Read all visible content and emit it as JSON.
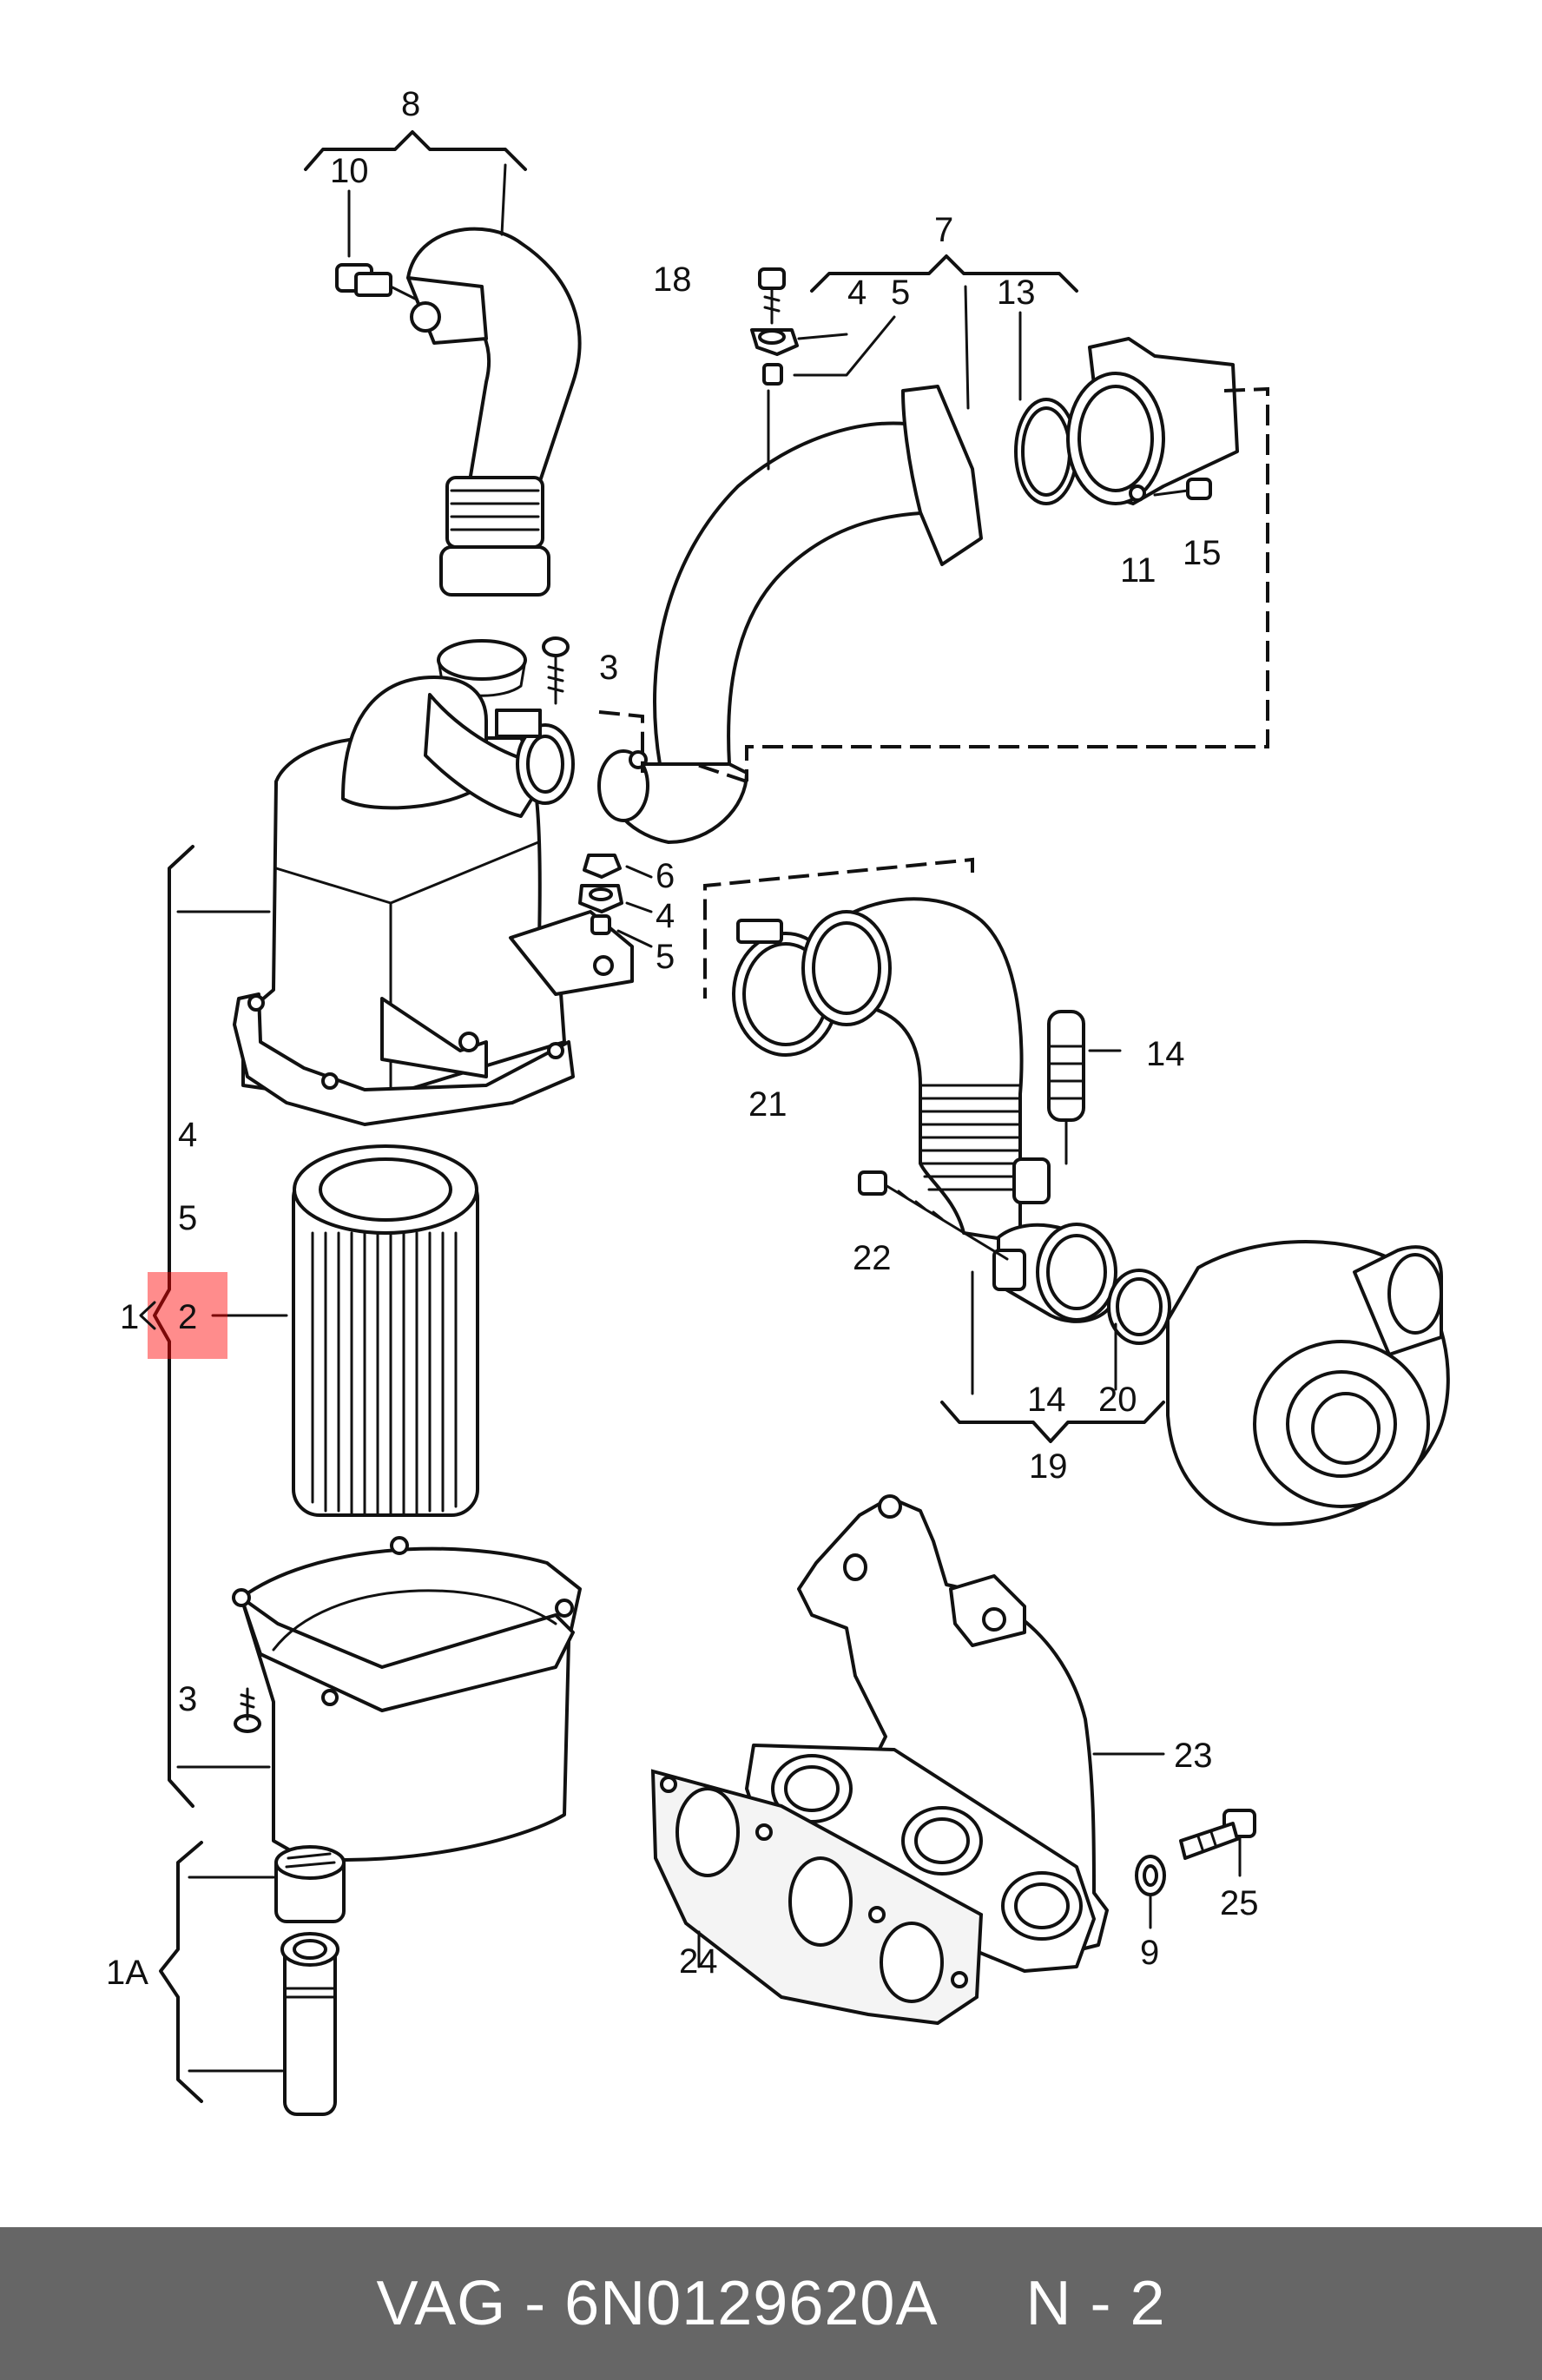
{
  "callouts": {
    "c8": "8",
    "c10": "10",
    "c7": "7",
    "c18": "18",
    "c4a": "4",
    "c5a": "5",
    "c13": "13",
    "c3a": "3",
    "c11": "11",
    "c15": "15",
    "c6": "6",
    "c4b": "4",
    "c5b": "5",
    "c4c": "4",
    "c5c": "5",
    "c1": "1",
    "c2": "2",
    "c14a": "14",
    "c21": "21",
    "c22": "22",
    "c14b": "14",
    "c20": "20",
    "c19": "19",
    "c3b": "3",
    "c23": "23",
    "c24": "24",
    "c25": "25",
    "c9": "9",
    "c1A": "1A"
  },
  "highlight_color": "#ff0000",
  "footer": {
    "text": "VAG - 6N0129620A     N - 2",
    "background": "#666666"
  }
}
